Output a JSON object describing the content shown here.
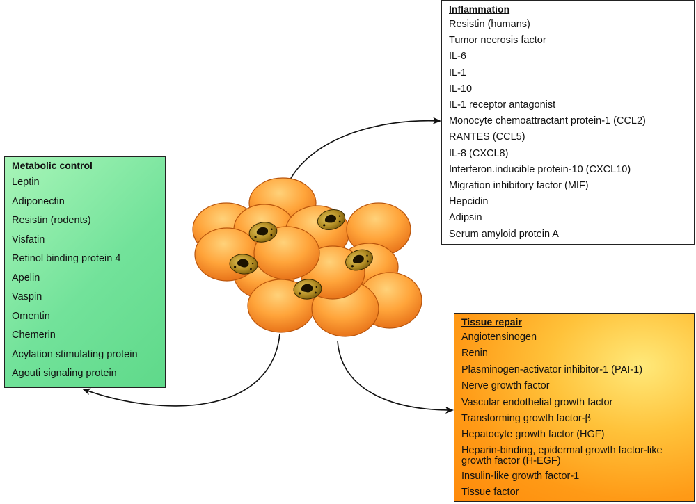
{
  "metabolic": {
    "title": "Metabolic control",
    "items": [
      "Leptin",
      "Adiponectin",
      "Resistin (rodents)",
      "Visfatin",
      "Retinol binding protein 4",
      "Apelin",
      "Vaspin",
      "Omentin",
      "Chemerin",
      "Acylation stimulating protein",
      "Agouti signaling protein"
    ]
  },
  "inflammation": {
    "title": "Inflammation",
    "items": [
      "Resistin (humans)",
      "Tumor necrosis factor",
      "IL-6",
      "IL-1",
      "IL-10",
      "IL-1 receptor antagonist",
      "Monocyte chemoattractant protein-1 (CCL2)",
      "RANTES (CCL5)",
      "IL-8 (CXCL8)",
      "Interferon.inducible protein-10 (CXCL10)",
      "Migration inhibitory factor (MIF)",
      "Hepcidin",
      "Adipsin",
      "Serum amyloid protein A"
    ]
  },
  "tissue": {
    "title": "Tissue repair",
    "items": [
      "Angiotensinogen",
      "Renin",
      "Plasminogen-activator inhibitor-1  (PAI-1)",
      "Nerve growth factor",
      "Vascular endothelial  growth factor",
      "Transforming growth factor-β",
      "Hepatocyte growth factor (HGF)",
      "Heparin-binding, epidermal growth factor-like growth factor (H-EGF)",
      "Insulin-like growth factor-1",
      "Tissue factor"
    ]
  },
  "colors": {
    "cell_light": "#ffd27a",
    "cell_mid": "#ffa43a",
    "cell_dark": "#e8741a",
    "cell_outline": "#b9550c",
    "nucleus": "#8a6a10",
    "nucleus_core": "#1b1200",
    "arrow": "#111111"
  }
}
